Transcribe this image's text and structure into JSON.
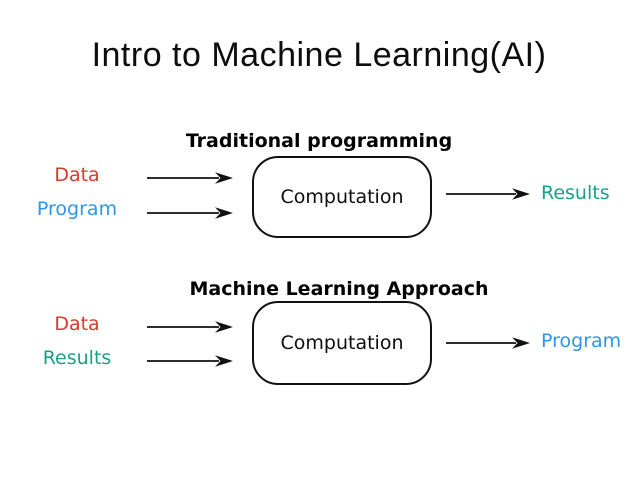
{
  "title": "Intro to Machine Learning(AI)",
  "colors": {
    "background": "#ffffff",
    "title_text": "#0d0d0d",
    "heading_text": "#000000",
    "box_border": "#111111",
    "arrow": "#111111",
    "data_label": "#d93a2a",
    "program_label": "#2e96ea",
    "results_label": "#17a189"
  },
  "diagrams": [
    {
      "heading": "Traditional programming",
      "input_top": "Data",
      "input_bottom": "Program",
      "process": "Computation",
      "output": "Results"
    },
    {
      "heading": "Machine Learning Approach",
      "input_top": "Data",
      "input_bottom": "Results",
      "process": "Computation",
      "output": "Program"
    }
  ]
}
